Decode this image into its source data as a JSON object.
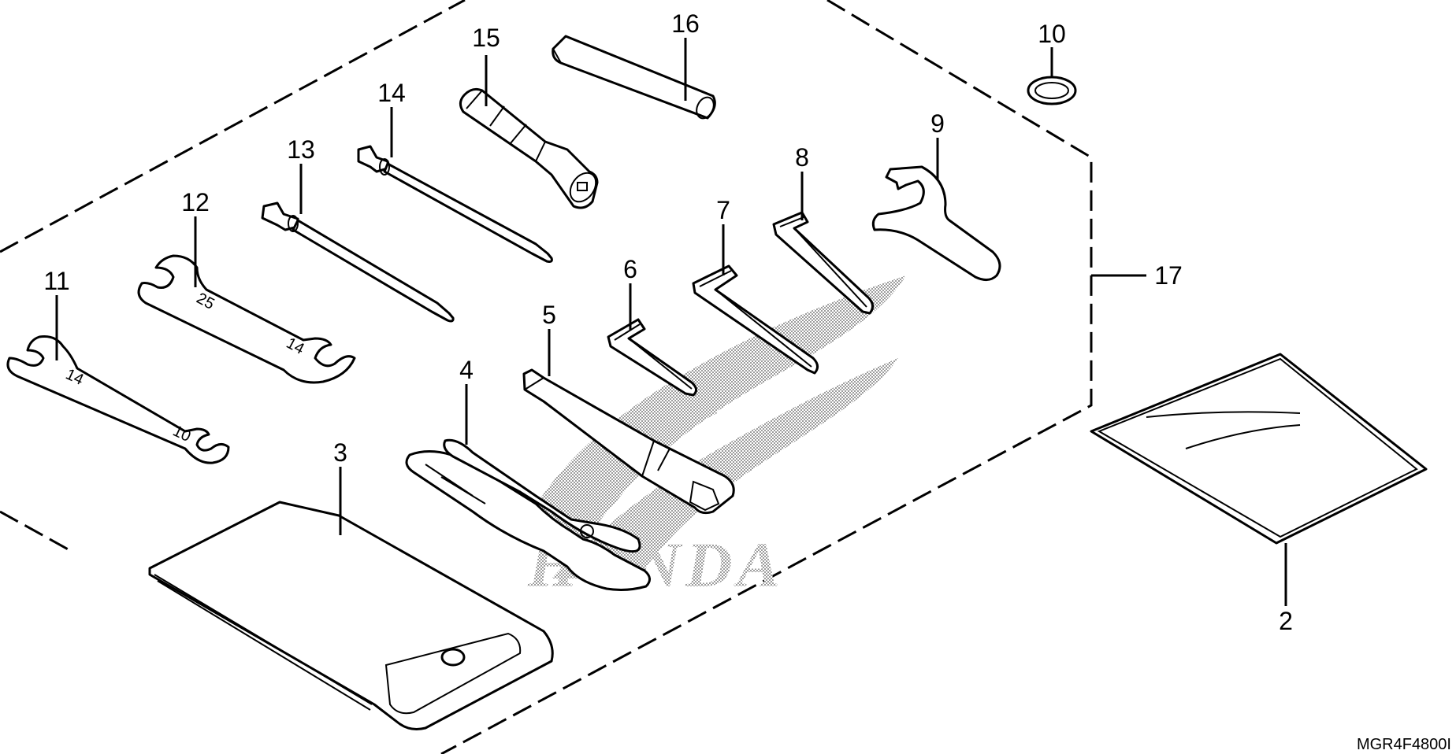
{
  "diagram": {
    "drawing_code": "MGR4F4800I",
    "logo_text": "HONDA",
    "callouts": [
      {
        "id": "1",
        "label": "2"
      },
      {
        "id": "2",
        "label": "3"
      },
      {
        "id": "3",
        "label": "4"
      },
      {
        "id": "4",
        "label": "5"
      },
      {
        "id": "5",
        "label": "6"
      },
      {
        "id": "6",
        "label": "7"
      },
      {
        "id": "7",
        "label": "8"
      },
      {
        "id": "8",
        "label": "9"
      },
      {
        "id": "9",
        "label": "10"
      },
      {
        "id": "10",
        "label": "11"
      },
      {
        "id": "11",
        "label": "12"
      },
      {
        "id": "12",
        "label": "13"
      },
      {
        "id": "13",
        "label": "14"
      },
      {
        "id": "14",
        "label": "15"
      },
      {
        "id": "15",
        "label": "16"
      },
      {
        "id": "16",
        "label": "17"
      }
    ]
  }
}
